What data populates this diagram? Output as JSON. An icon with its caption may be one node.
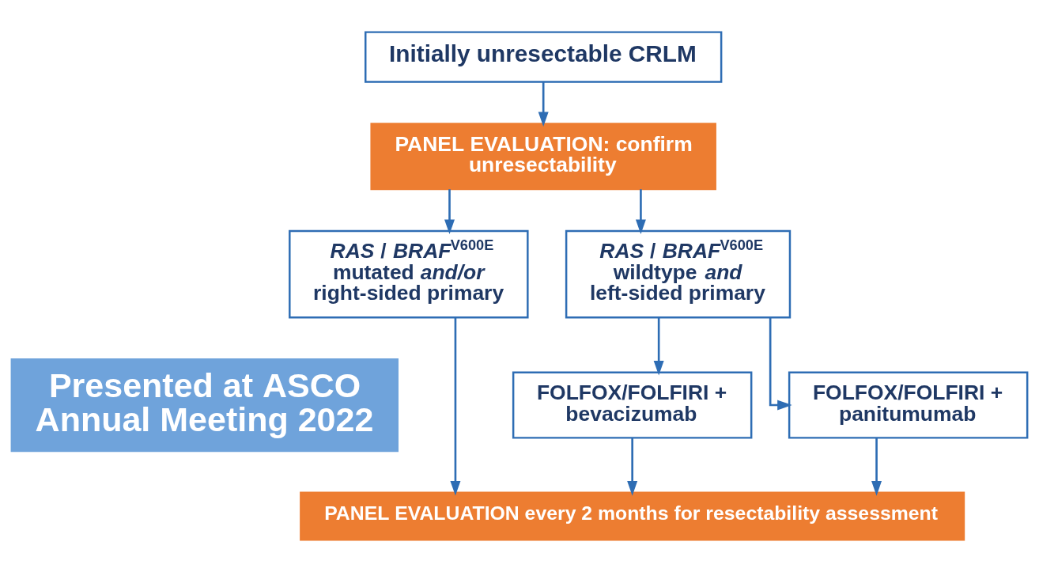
{
  "diagram": {
    "nodes": [
      {
        "text": [
          "Initially unresectable CRLM"
        ]
      },
      {
        "text": [
          "PANEL EVALUATION: confirm unresectability"
        ]
      },
      {
        "text": [
          "*RAS* / *BRAF*$^{V600E}$ mutated *and/or* right-sided primary"
        ]
      },
      {
        "text": [
          "*RAS* / *BRAF*$^{V600E}$ wildtype *and* left-sided primary"
        ]
      },
      {
        "text": [
          "Presented at ASCO Annual Meeting 2022"
        ]
      },
      {
        "text": [
          "FOLFOX/FOLFIRI + bevacizumab"
        ]
      },
      {
        "text": [
          "FOLFOX/FOLFIRI + panitumumab"
        ]
      },
      {
        "text": [
          "PANEL EVALUATION every 2 months for resectability assessment"
        ]
      }
    ],
    "edges": [
      {
        "from": 0,
        "to": 1,
        "arrow": "to"
      },
      {
        "from": 1,
        "to": 2,
        "arrow": "to"
      },
      {
        "from": 1,
        "to": 3,
        "arrow": "to"
      },
      {
        "from": 3,
        "to": 5,
        "arrow": "to"
      },
      {
        "from": 3,
        "to": 6,
        "arrow": "to"
      },
      {
        "from": 2,
        "to": 7,
        "arrow": "to"
      },
      {
        "from": 5,
        "to": 7,
        "arrow": "to"
      },
      {
        "from": 6,
        "to": 7,
        "arrow": "to"
      }
    ]
  }
}
